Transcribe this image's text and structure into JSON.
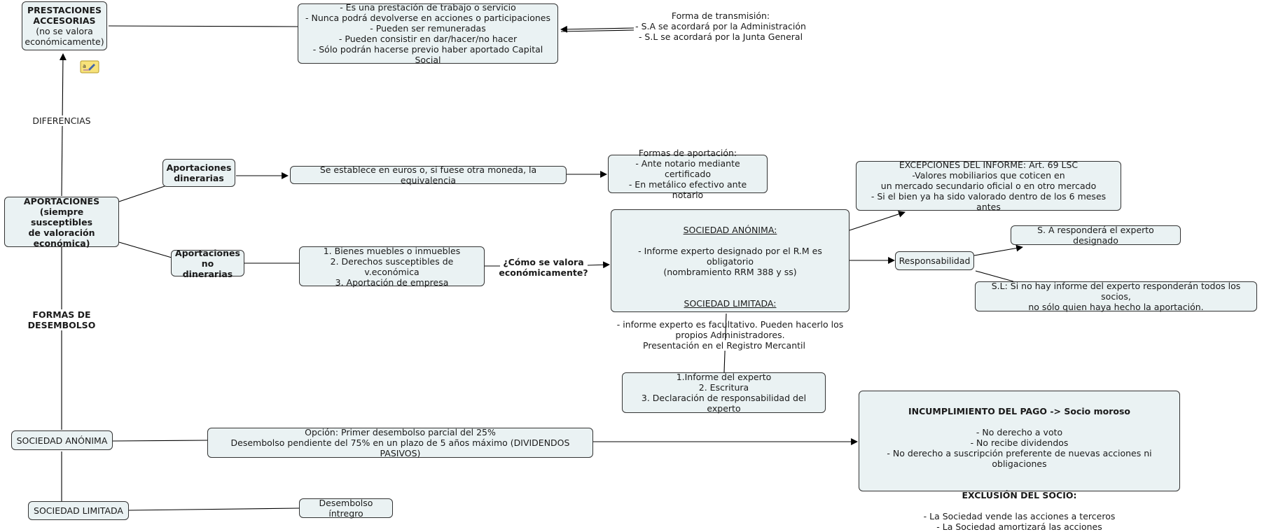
{
  "nodes": {
    "prestaciones": {
      "title": "PRESTACIONES\nACCESORIAS",
      "sub": "(no se valora\neconómicamente)"
    },
    "prestaciones_detalle": "- Es una prestación de trabajo o servicio\n- Nunca podrá devolverse en acciones o participaciones\n- Pueden ser remuneradas\n- Pueden consistir en dar/hacer/no hacer\n- Sólo podrán hacerse previo haber aportado Capital Social",
    "forma_transmision": "Forma de transmisión:\n- S.A se acordará por la Administración\n- S.L se acordará por la Junta General",
    "aportaciones": "APORTACIONES\n(siempre susceptibles\nde valoración\neconómica)",
    "dinerarias": "Aportaciones\ndinerarias",
    "euros": "Se establece en euros o, si fuese otra moneda, la equivalencia",
    "formas_aportacion": "Formas de aportación:\n- Ante notario mediante certificado\n- En metálico efectivo ante notario",
    "excepciones": "EXCEPCIONES DEL INFORME: Art. 69 LSC\n-Valores mobiliarios que coticen en\nun mercado secundario oficial o en otro mercado\n- Si el bien ya ha sido valorado dentro de los 6 meses antes",
    "no_dinerarias": "Aportaciones\nno dinerarias",
    "bienes": "1. Bienes muebles o inmuebles\n2. Derechos susceptibles de v.económica\n3. Aportación de empresa",
    "sociedades": {
      "sa_title": "SOCIEDAD ANÓNIMA:",
      "sa_text": "- Informe experto designado por el R.M es obligatorio\n(nombramiento RRM 388 y ss)",
      "sl_title": "SOCIEDAD LIMITADA:",
      "sl_text": "- informe experto es facultativo. Pueden hacerlo los\npropios Administradores."
    },
    "responsabilidad": "Responsabilidad",
    "sa_responde": "S. A responderá el experto designado",
    "sl_responde": "S.L: Si no hay informe del experto responderán todos los socios,\nno sólo quien haya hecho la aportación.",
    "registro_docs": "1.Informe del experto\n2. Escritura\n3. Declaración de responsabilidad del experto",
    "sociedad_anonima": "SOCIEDAD ANÓNIMA",
    "desembolso_parcial": "Opción: Primer desembolso parcial del 25%\nDesembolso pendiente del 75% en un plazo de 5 años máximo (DIVIDENDOS PASIVOS)",
    "incumplimiento": {
      "title": "INCUMPLIMIENTO DEL PAGO -> Socio moroso",
      "items": "- No derecho a voto\n- No recibe dividendos\n- No derecho a suscripción preferente de nuevas acciones ni obligaciones",
      "exclusion_title": "EXCLUSIÓN DEL SOCIO:",
      "exclusion_items": "- La Sociedad vende las acciones a terceros\n- La Sociedad amortizará las acciones"
    },
    "sociedad_limitada": "SOCIEDAD LIMITADA",
    "desembolso_integro": "Desembolso íntregro"
  },
  "labels": {
    "diferencias": "DIFERENCIAS",
    "formas_desembolso": "FORMAS DE DESEMBOLSO",
    "como_valora": "¿Cómo se valora\neconómicamente?",
    "presentacion": "Presentación en el Registro Mercantil"
  },
  "icons": {
    "note": "note-icon"
  },
  "colors": {
    "node_fill": "#eaf2f3",
    "border": "#333333",
    "note": "#f7e27a"
  }
}
